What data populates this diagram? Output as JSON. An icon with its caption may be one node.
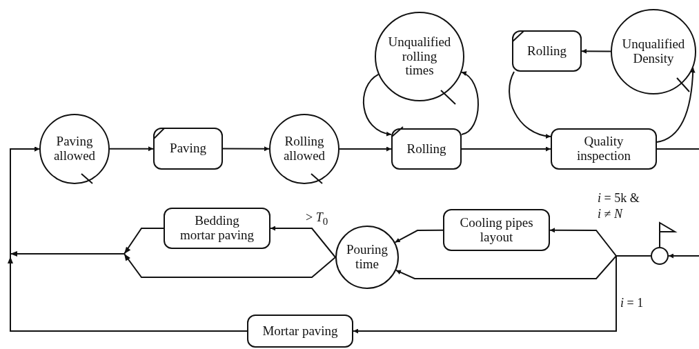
{
  "diagram": {
    "nodes": [
      {
        "text": [
          "Paving allowed"
        ]
      },
      {
        "text": [
          "Paving"
        ]
      },
      {
        "text": [
          "Rolling allowed"
        ]
      },
      {
        "text": [
          "Unqualified rolling times"
        ]
      },
      {
        "text": [
          "Rolling"
        ]
      },
      {
        "text": [
          "Rolling"
        ]
      },
      {
        "text": [
          "Unqualified Density"
        ]
      },
      {
        "text": [
          "Quality inspection"
        ]
      },
      {
        "text": [
          "Bedding mortar paving"
        ]
      },
      {
        "text": [
          "Pouring time"
        ]
      },
      {
        "text": [
          "Cooling pipes layout"
        ]
      },
      {
        "text": [],
        "shape": "circle"
      },
      {
        "text": [
          "Mortar paving"
        ]
      }
    ],
    "edges": [
      {
        "from": 0,
        "to": 1,
        "arrow": "to"
      },
      {
        "from": 1,
        "to": 2,
        "arrow": "to"
      },
      {
        "from": 2,
        "to": 4,
        "arrow": "to"
      },
      {
        "from": 3,
        "to": 4,
        "arrow": "to"
      },
      {
        "from": 4,
        "to": 3,
        "arrow": "to"
      },
      {
        "from": 4,
        "to": 7,
        "arrow": "to"
      },
      {
        "from": 6,
        "to": 5,
        "arrow": "to"
      },
      {
        "from": 5,
        "to": 7,
        "arrow": "to"
      },
      {
        "from": 7,
        "to": 6,
        "arrow": "to"
      },
      {
        "from": 7,
        "to": null,
        "arrow": "none"
      },
      {
        "from": null,
        "to": 11,
        "arrow": "to"
      },
      {
        "from": 11,
        "to": 10,
        "label": "*i* = 5k & *i* ≠ *N*",
        "arrow": "to"
      },
      {
        "from": 11,
        "to": 9,
        "arrow": "to"
      },
      {
        "from": 11,
        "to": 12,
        "label": "*i* = 1",
        "arrow": "to"
      },
      {
        "from": 10,
        "to": 9,
        "arrow": "to"
      },
      {
        "from": 9,
        "to": 8,
        "label": "> *T*$_{0}$",
        "arrow": "to"
      },
      {
        "from": 8,
        "to": 0,
        "arrow": "to"
      },
      {
        "from": 9,
        "to": 0,
        "arrow": "to"
      },
      {
        "from": 12,
        "to": 0,
        "arrow": "to"
      }
    ]
  }
}
